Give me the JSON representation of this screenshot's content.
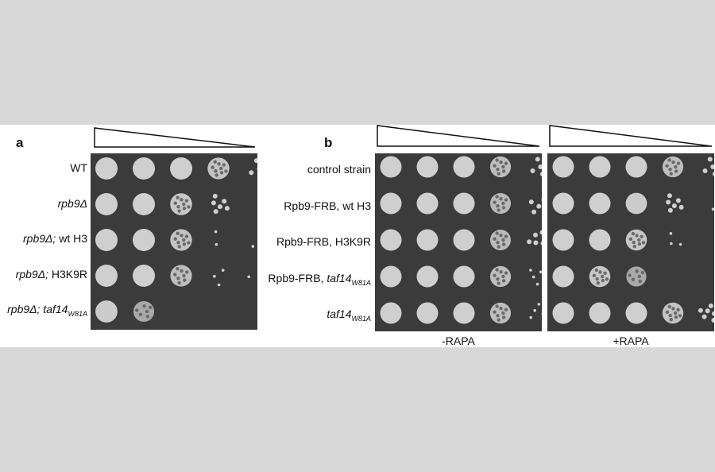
{
  "panel_a": {
    "letter": "a",
    "rows": [
      {
        "name": "WT",
        "plain": "WT",
        "ital": "",
        "sub": ""
      },
      {
        "name": "rpb9Δ",
        "plain": "",
        "ital": "rpb9Δ",
        "sub": ""
      },
      {
        "name": "rpb9Δ; wt H3",
        "ital": "rpb9Δ;",
        "plain": " wt H3",
        "sub": ""
      },
      {
        "name": "rpb9Δ; H3K9R",
        "ital": "rpb9Δ;",
        "plain": " H3K9R",
        "sub": ""
      },
      {
        "name": "rpb9Δ; taf14W81A",
        "ital": "rpb9Δ; taf14",
        "plain": "",
        "sub": "W81A"
      }
    ],
    "growth": [
      [
        1,
        1,
        1,
        0.85,
        0.3
      ],
      [
        1,
        1,
        0.9,
        0.45,
        0.08
      ],
      [
        1,
        1,
        0.85,
        0.12,
        0.03
      ],
      [
        1,
        1,
        0.8,
        0.18,
        0.03
      ],
      [
        0.95,
        0.55,
        0,
        0,
        0
      ]
    ]
  },
  "panel_b": {
    "letter": "b",
    "rows": [
      {
        "name": "control strain",
        "plain": "control strain",
        "ital": "",
        "sub": ""
      },
      {
        "name": "Rpb9-FRB, wt H3",
        "plain": "Rpb9-FRB, wt H3",
        "ital": "",
        "sub": ""
      },
      {
        "name": "Rpb9-FRB, H3K9R",
        "plain": "Rpb9-FRB, H3K9R",
        "ital": "",
        "sub": ""
      },
      {
        "name": "Rpb9-FRB, taf14W81A",
        "plain": "Rpb9-FRB, ",
        "ital": "taf14",
        "sub": "W81A"
      },
      {
        "name": "taf14W81A",
        "plain": "",
        "ital": "taf14",
        "sub": "W81A"
      }
    ],
    "conditions": [
      {
        "label": "-RAPA",
        "growth": [
          [
            1,
            1,
            1,
            0.8,
            0.3
          ],
          [
            1,
            1,
            1,
            0.75,
            0.3
          ],
          [
            1,
            1,
            1,
            0.75,
            0.35
          ],
          [
            1,
            1,
            1,
            0.8,
            0.25
          ],
          [
            1,
            1,
            1,
            0.8,
            0.25
          ]
        ]
      },
      {
        "label": "+RAPA",
        "growth": [
          [
            1,
            1,
            1,
            0.8,
            0.3
          ],
          [
            1,
            1,
            0.95,
            0.4,
            0.05
          ],
          [
            1,
            1,
            0.9,
            0.2,
            0
          ],
          [
            1,
            0.9,
            0.55,
            0,
            0
          ],
          [
            1,
            1,
            1,
            0.85,
            0.4
          ]
        ]
      }
    ]
  },
  "colors": {
    "plate": "#3b3b3b",
    "spot": "#cfcfcf",
    "background": "#d8d8d8",
    "figure": "#ffffff"
  }
}
